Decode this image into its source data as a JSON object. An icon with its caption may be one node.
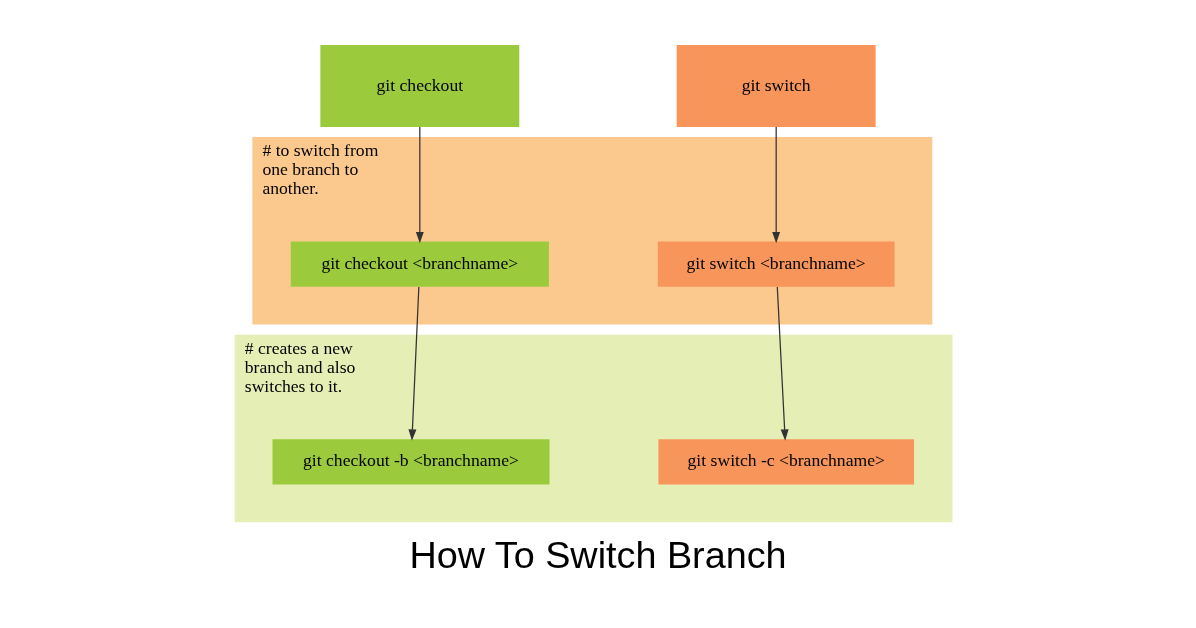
{
  "diagram": {
    "title": "How To Switch Branch",
    "nodes": [
      {
        "text": [
          "# to switch from one branch to another."
        ]
      },
      {
        "text": [
          "# creates a new branch and also switches to it."
        ]
      },
      {
        "text": [
          "git checkout"
        ]
      },
      {
        "text": [
          "git switch"
        ]
      },
      {
        "text": [
          "git checkout <branchname>"
        ],
        "in": 0
      },
      {
        "text": [
          "git switch <branchname>"
        ],
        "in": 0
      },
      {
        "text": [
          "git checkout -b <branchname>"
        ],
        "in": 1
      },
      {
        "text": [
          "git switch -c <branchname>"
        ],
        "in": 1
      }
    ],
    "edges": [
      {
        "from": 2,
        "to": 4,
        "arrow": "to"
      },
      {
        "from": 4,
        "to": 6,
        "arrow": "to"
      },
      {
        "from": 3,
        "to": 5,
        "arrow": "to"
      },
      {
        "from": 5,
        "to": 7,
        "arrow": "to"
      }
    ]
  }
}
